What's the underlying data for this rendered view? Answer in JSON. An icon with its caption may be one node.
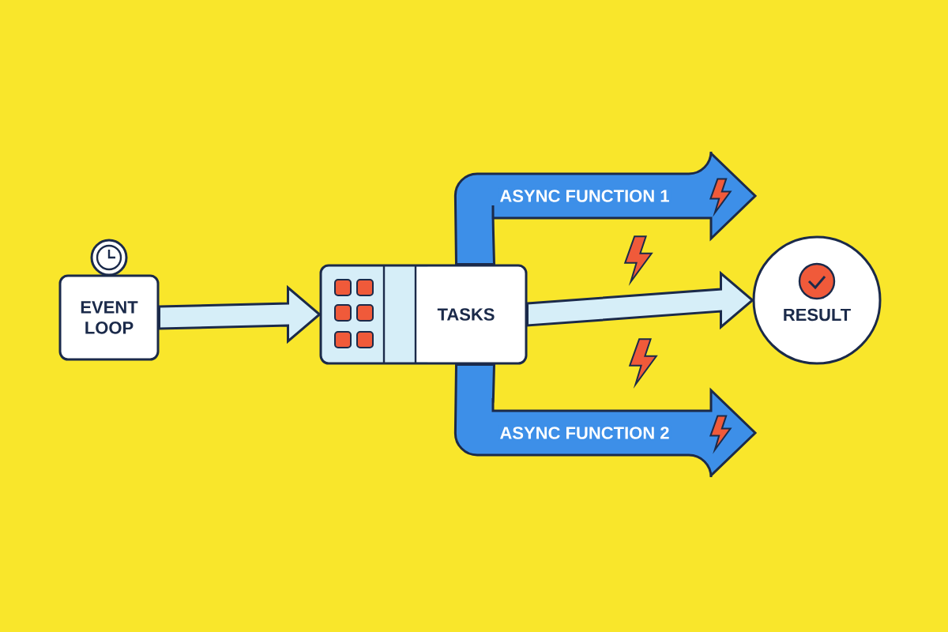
{
  "diagram": {
    "nodes": [
      {
        "text": [
          "EVENT LOOP"
        ]
      },
      {
        "text": [
          "TASKS"
        ]
      },
      {
        "text": [
          "RESULT"
        ]
      }
    ],
    "edges": [
      {
        "from": 0,
        "to": 1,
        "arrow": "to"
      },
      {
        "from": 1,
        "to": 2,
        "arrow": "to"
      },
      {
        "from": 1,
        "to": null,
        "arrow": "to",
        "label": "ASYNC FUNCTION 1",
        "color": "#3d8fe8"
      },
      {
        "from": 1,
        "to": null,
        "arrow": "to",
        "label": "ASYNC FUNCTION 2",
        "color": "#3d8fe8"
      }
    ]
  }
}
